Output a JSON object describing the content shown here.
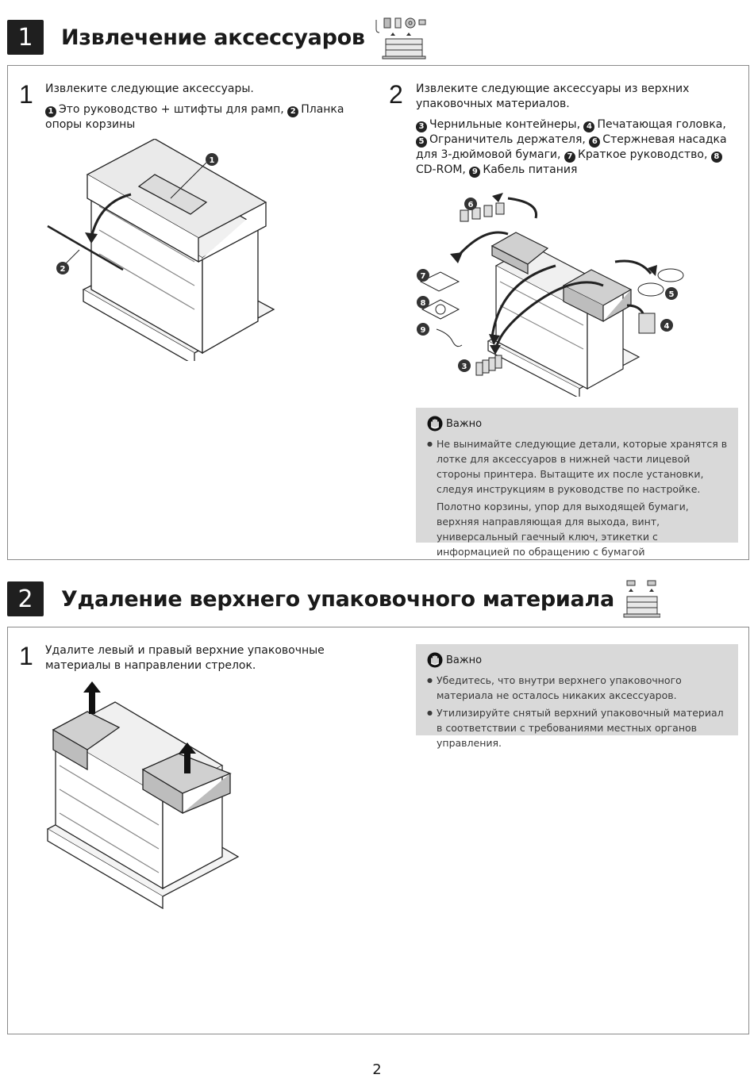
{
  "section1": {
    "number": "1",
    "title": "Извлечение аксессуаров",
    "step1": {
      "number": "1",
      "text": "Извлеките следующие аксессуары.",
      "items": [
        {
          "n": "1",
          "label": "Это руководство + штифты для рамп,"
        },
        {
          "n": "2",
          "label": "Планка опоры корзины"
        }
      ]
    },
    "step2": {
      "number": "2",
      "text": "Извлеките следующие аксессуары из верхних упаковочных материалов.",
      "items": [
        {
          "n": "3",
          "label": "Чернильные контейнеры,"
        },
        {
          "n": "4",
          "label": "Печатающая головка,"
        },
        {
          "n": "5",
          "label": "Ограничитель держателя,"
        },
        {
          "n": "6",
          "label": "Стержневая насадка для 3-дюймовой бумаги,"
        },
        {
          "n": "7",
          "label": "Краткое руководство,"
        },
        {
          "n": "8",
          "label": "CD-ROM,"
        },
        {
          "n": "9",
          "label": "Кабель питания"
        }
      ]
    },
    "note": {
      "heading": "Важно",
      "bullet1": "Не вынимайте следующие детали, которые хранятся в лотке для аксессуаров в нижней части лицевой стороны принтера. Вытащите их после установки, следуя инструкциям в руководстве по настройке.",
      "bullet1_cont": "Полотно корзины, упор для выходящей бумаги, верхняя направляющая для выхода, винт, универсальный гаечный ключ, этикетки с информацией по обращению с бумагой"
    }
  },
  "section2": {
    "number": "2",
    "title": "Удаление верхнего упаковочного материала",
    "step1": {
      "number": "1",
      "text": "Удалите левый и правый верхние упаковочные материалы в направлении стрелок."
    },
    "note": {
      "heading": "Важно",
      "bullets": [
        "Убедитесь, что внутри верхнего упаковочного материала не осталось никаких аксессуаров.",
        "Утилизируйте снятый верхний упаковочный материал в соответствии с требованиями местных органов управления."
      ]
    }
  },
  "page_number": "2",
  "callouts": [
    "1",
    "2",
    "3",
    "4",
    "5",
    "6",
    "7",
    "8",
    "9"
  ]
}
